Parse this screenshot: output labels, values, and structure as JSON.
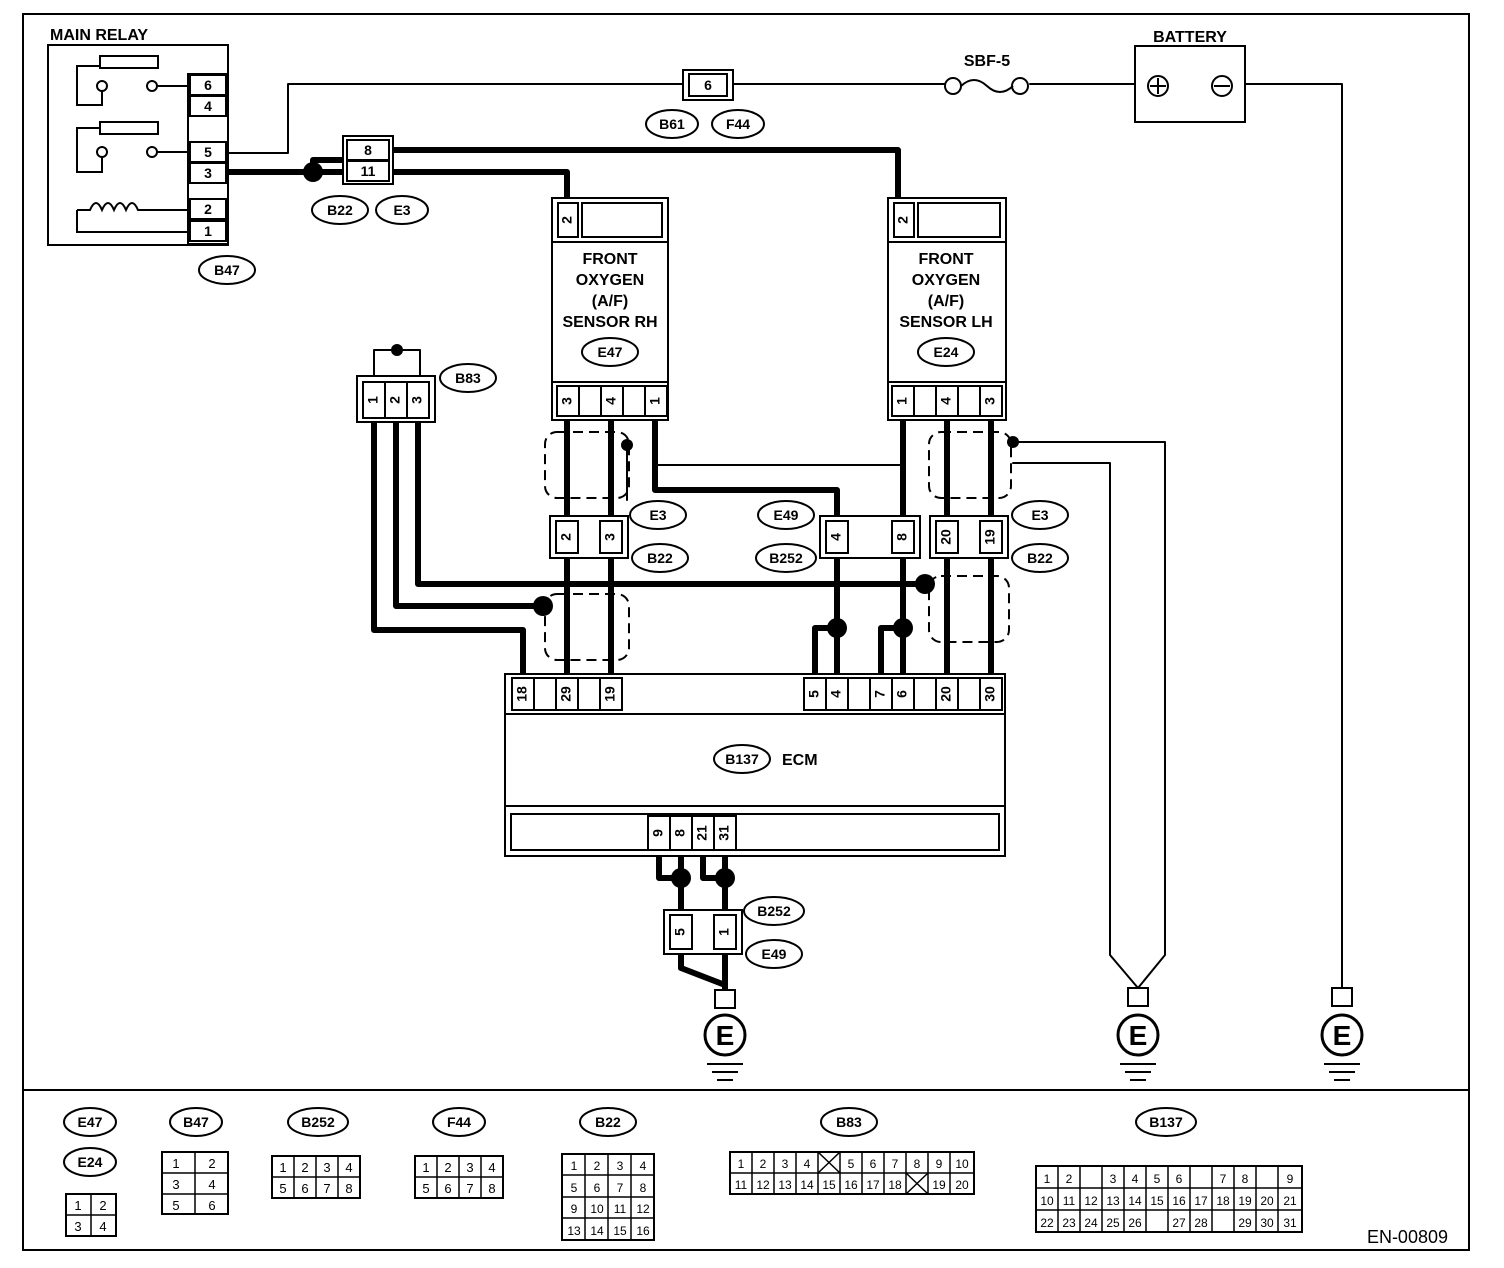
{
  "labels": {
    "main_relay": "MAIN RELAY",
    "battery": "BATTERY",
    "sbf": "SBF-5",
    "sensor_rh": [
      "FRONT",
      "OXYGEN",
      "(A/F)",
      "SENSOR RH"
    ],
    "sensor_lh": [
      "FRONT",
      "OXYGEN",
      "(A/F)",
      "SENSOR LH"
    ],
    "ecm": "ECM",
    "ground": "E",
    "diagram_code": "EN-00809"
  },
  "connectors": {
    "b47": "B47",
    "b22": "B22",
    "e3": "E3",
    "b61": "B61",
    "f44": "F44",
    "e47": "E47",
    "e24": "E24",
    "b83": "B83",
    "e49": "E49",
    "b252": "B252",
    "b137": "B137"
  },
  "pins": {
    "relay": [
      "6",
      "4",
      "5",
      "3",
      "2",
      "1"
    ],
    "fuse_conn": "6",
    "e3_top": [
      "8",
      "11"
    ],
    "rh_top": "2",
    "lh_top": "2",
    "rh_bottom": [
      "3",
      "4",
      "1"
    ],
    "lh_bottom": [
      "1",
      "4",
      "3"
    ],
    "b83": [
      "1",
      "2",
      "3"
    ],
    "rh_mid": [
      "2",
      "3"
    ],
    "mid_center": [
      "4",
      "8"
    ],
    "lh_mid": [
      "20",
      "19"
    ],
    "ecm_top": [
      "18",
      "29",
      "19",
      "5",
      "4",
      "7",
      "6",
      "20",
      "30"
    ],
    "ecm_bottom": [
      "9",
      "8",
      "21",
      "31"
    ],
    "gnd_conn": [
      "5",
      "1"
    ]
  },
  "legend": {
    "e47": "E47",
    "e24": "E24",
    "b47": "B47",
    "b252": "B252",
    "f44": "F44",
    "b22": "B22",
    "b83": "B83",
    "b137": "B137",
    "e47_grid": [
      [
        "1",
        "2"
      ],
      [
        "3",
        "4"
      ]
    ],
    "b47_grid": [
      [
        "1",
        ""
      ],
      [
        "3",
        "4"
      ],
      [
        "5",
        "6"
      ]
    ],
    "b47_r1": "2",
    "four_grid": [
      [
        "1",
        "2",
        "3",
        "4"
      ],
      [
        "5",
        "6",
        "7",
        "8"
      ]
    ],
    "b22_grid": [
      [
        "1",
        "2",
        "3",
        "4"
      ],
      [
        "5",
        "6",
        "7",
        "8"
      ],
      [
        "9",
        "10",
        "11",
        "12"
      ],
      [
        "13",
        "14",
        "15",
        "16"
      ]
    ],
    "b83_row1": [
      "1",
      "2",
      "3",
      "4",
      "",
      "5",
      "6",
      "7",
      "8",
      "9",
      "10"
    ],
    "b83_row2": [
      "11",
      "12",
      "13",
      "14",
      "15",
      "16",
      "17",
      "18",
      "",
      "19",
      "20"
    ],
    "b137_row1": [
      "1",
      "2",
      "",
      "3",
      "4",
      "5",
      "6",
      "7",
      "8",
      "9"
    ],
    "b137_row2": [
      "10",
      "11",
      "12",
      "13",
      "14",
      "15",
      "16",
      "17",
      "18",
      "19",
      "20",
      "21"
    ],
    "b137_row3": [
      "22",
      "23",
      "24",
      "25",
      "26",
      "",
      "27",
      "28",
      "",
      "29",
      "30",
      "31"
    ]
  }
}
